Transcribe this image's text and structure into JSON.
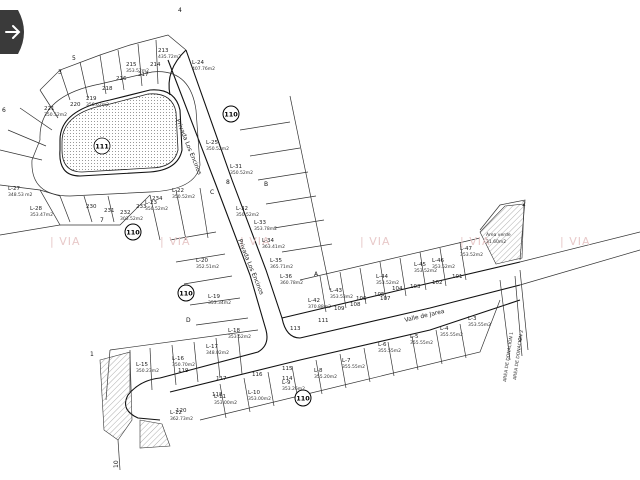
{
  "map": {
    "streets": {
      "privada": "Privada Los Encinos",
      "valle": "Valle de Jarea"
    },
    "road_badge": "110",
    "common_area": "111",
    "watermarks": [
      "| VIA",
      "| VIA",
      "| VIA",
      "| VIA",
      "| VIA",
      "| VIA"
    ],
    "vertices": [
      "1",
      "2",
      "3",
      "4",
      "5",
      "6",
      "7",
      "8",
      "9",
      "10",
      "A",
      "B",
      "C",
      "D"
    ],
    "lots_top": [
      {
        "num": "213",
        "area": "435.72m2"
      },
      {
        "num": "214",
        "area": ""
      },
      {
        "num": "215",
        "area": "353.52m2"
      },
      {
        "num": "216",
        "area": ""
      },
      {
        "num": "217",
        "area": ""
      },
      {
        "num": "218",
        "area": ""
      },
      {
        "num": "219",
        "area": "356.62m2"
      },
      {
        "num": "220",
        "area": ""
      },
      {
        "num": "221",
        "area": "350.52m2"
      },
      {
        "num": "L-24",
        "area": "407.76m2"
      }
    ],
    "lots_left": [
      {
        "num": "L-27",
        "area": "348.53 m2"
      },
      {
        "num": "L-28",
        "area": "353.47m2"
      },
      {
        "num": "230",
        "area": ""
      },
      {
        "num": "231",
        "area": ""
      },
      {
        "num": "232",
        "area": "303.52m2"
      },
      {
        "num": "L-22",
        "area": "350.52m2"
      },
      {
        "num": "234",
        "area": ""
      },
      {
        "num": "233",
        "area": ""
      },
      {
        "num": "L-23",
        "area": "350.52m2"
      }
    ],
    "lots_right_privada": [
      {
        "num": "L-25",
        "area": "350.52m2"
      },
      {
        "num": "L-31",
        "area": "350.52m2"
      },
      {
        "num": "L-32",
        "area": "350.52m2"
      },
      {
        "num": "L-33",
        "area": "353.78m2"
      },
      {
        "num": "L-34",
        "area": "363.41m2"
      },
      {
        "num": "L-35",
        "area": "365.71m2"
      },
      {
        "num": "L-36",
        "area": "360.78m2"
      }
    ],
    "lots_left_privada": [
      {
        "num": "L-20",
        "area": "352.51m2"
      },
      {
        "num": "L-19",
        "area": "353.34m2"
      },
      {
        "num": "L-18",
        "area": "353.52m2"
      },
      {
        "num": "L-17",
        "area": "348.02m2"
      },
      {
        "num": "L-16",
        "area": "350.70m2"
      },
      {
        "num": "L-15",
        "area": "350.23m2"
      }
    ],
    "lots_north_valle": [
      {
        "num": "L-43",
        "area": "353.53m2"
      },
      {
        "num": "L-44",
        "area": "353.52m2"
      },
      {
        "num": "L-45",
        "area": "353.52m2"
      },
      {
        "num": "L-46",
        "area": "353.52m2"
      },
      {
        "num": "L-47",
        "area": "353.52m2"
      },
      {
        "num": "L-42",
        "area": "370.88m2"
      },
      {
        "num": "101",
        "area": ""
      },
      {
        "num": "102",
        "area": ""
      },
      {
        "num": "103",
        "area": ""
      },
      {
        "num": "104",
        "area": ""
      },
      {
        "num": "105",
        "area": ""
      },
      {
        "num": "106",
        "area": ""
      },
      {
        "num": "107",
        "area": ""
      },
      {
        "num": "108",
        "area": ""
      },
      {
        "num": "109",
        "area": ""
      },
      {
        "num": "111",
        "area": ""
      },
      {
        "num": "113",
        "area": ""
      }
    ],
    "lots_south_valle": [
      {
        "num": "L-3",
        "area": "353.55m2"
      },
      {
        "num": "L-4",
        "area": "355.55m2"
      },
      {
        "num": "L-5",
        "area": "355.55m2"
      },
      {
        "num": "L-6",
        "area": "355.55m2"
      },
      {
        "num": "L-7",
        "area": "355.55m2"
      },
      {
        "num": "L-8",
        "area": "355.20m2"
      },
      {
        "num": "L-9",
        "area": "353.26m2"
      },
      {
        "num": "L-10",
        "area": "353.00m2"
      },
      {
        "num": "L-11",
        "area": "353.00m2"
      },
      {
        "num": "L-12",
        "area": "362.73m2"
      },
      {
        "num": "116",
        "area": ""
      },
      {
        "num": "117",
        "area": ""
      },
      {
        "num": "118",
        "area": ""
      },
      {
        "num": "119",
        "area": ""
      },
      {
        "num": "120",
        "area": ""
      },
      {
        "num": "115",
        "area": ""
      },
      {
        "num": "114",
        "area": ""
      }
    ],
    "east_block": {
      "num": "Area verde",
      "area": "31.60m2"
    },
    "east_strip": [
      "AREA DE DONACION 1",
      "AREA DE DONACION 2"
    ]
  }
}
